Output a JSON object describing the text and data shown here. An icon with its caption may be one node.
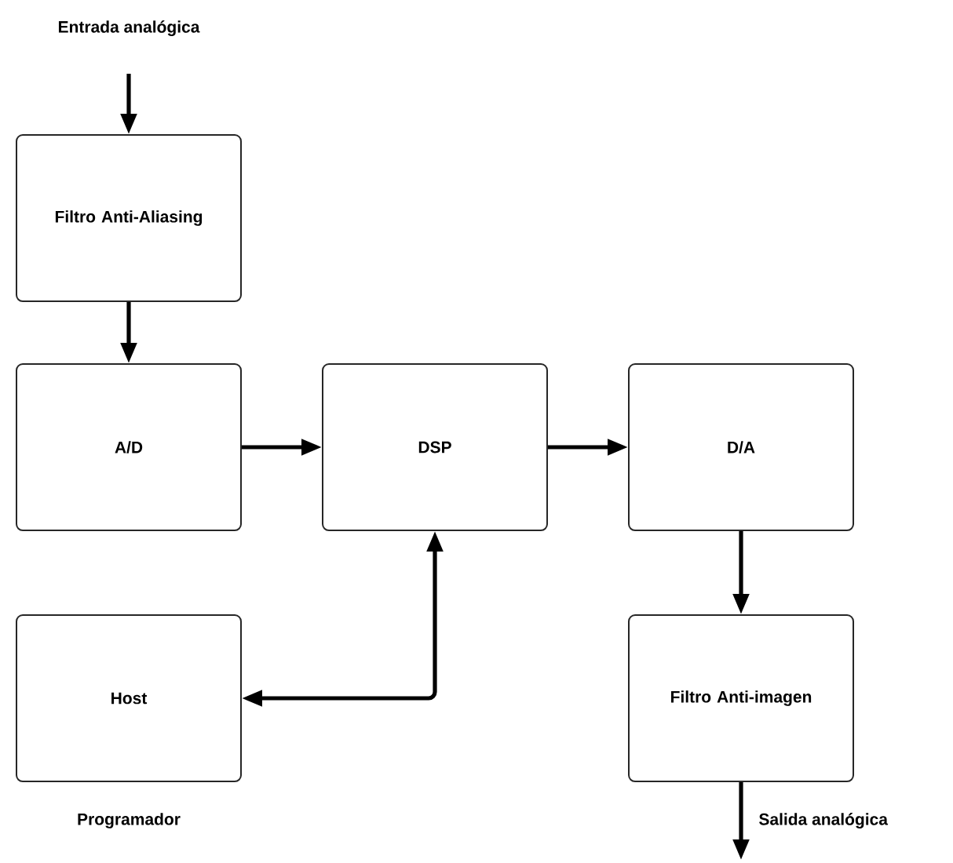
{
  "diagram": {
    "nodes": [
      {
        "text": [
          "Filtro Anti-Aliasing"
        ]
      },
      {
        "text": [
          "A/D"
        ]
      },
      {
        "text": [
          "DSP"
        ]
      },
      {
        "text": [
          "D/A"
        ]
      },
      {
        "text": [
          "Host"
        ],
        "beside": [
          "Programador"
        ]
      },
      {
        "text": [
          "Filtro Anti-imagen"
        ]
      }
    ],
    "edges": [
      {
        "from": null,
        "to": 0,
        "arrow": "to",
        "label": "Entrada analógica"
      },
      {
        "from": 0,
        "to": 1,
        "arrow": "to"
      },
      {
        "from": 1,
        "to": 2,
        "arrow": "to"
      },
      {
        "from": 2,
        "to": 3,
        "arrow": "to"
      },
      {
        "from": 3,
        "to": 5,
        "arrow": "to"
      },
      {
        "from": 2,
        "to": 4,
        "arrow": "both"
      },
      {
        "from": 5,
        "to": null,
        "arrow": "to",
        "label": "Salida analógica"
      }
    ]
  }
}
